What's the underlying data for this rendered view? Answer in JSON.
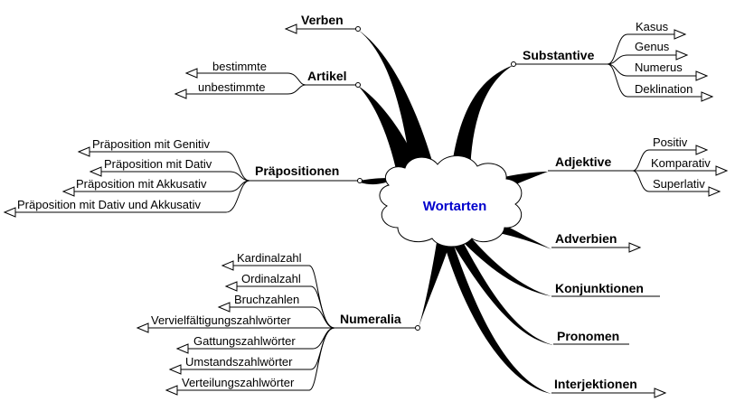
{
  "center": {
    "label": "Wortarten"
  },
  "branches": {
    "verben": {
      "label": "Verben"
    },
    "artikel": {
      "label": "Artikel",
      "children": [
        "bestimmte",
        "unbestimmte"
      ]
    },
    "praepositionen": {
      "label": "Präpositionen",
      "children": [
        "Präposition mit Genitiv",
        "Präposition mit Dativ",
        "Präposition mit Akkusativ",
        "Präposition mit Dativ und Akkusativ"
      ]
    },
    "numeralia": {
      "label": "Numeralia",
      "children": [
        "Kardinalzahl",
        "Ordinalzahl",
        "Bruchzahlen",
        "Vervielfältigungszahlwörter",
        "Gattungszahlwörter",
        "Umstandszahlwörter",
        "Verteilungszahlwörter"
      ]
    },
    "substantive": {
      "label": "Substantive",
      "children": [
        "Kasus",
        "Genus",
        "Numerus",
        "Deklination"
      ]
    },
    "adjektive": {
      "label": "Adjektive",
      "children": [
        "Positiv",
        "Komparativ",
        "Superlativ"
      ]
    },
    "adverbien": {
      "label": "Adverbien"
    },
    "konjunktionen": {
      "label": "Konjunktionen"
    },
    "pronomen": {
      "label": "Pronomen"
    },
    "interjektionen": {
      "label": "Interjektionen"
    }
  },
  "colors": {
    "center_text": "#0000cc",
    "lines": "#000000"
  }
}
